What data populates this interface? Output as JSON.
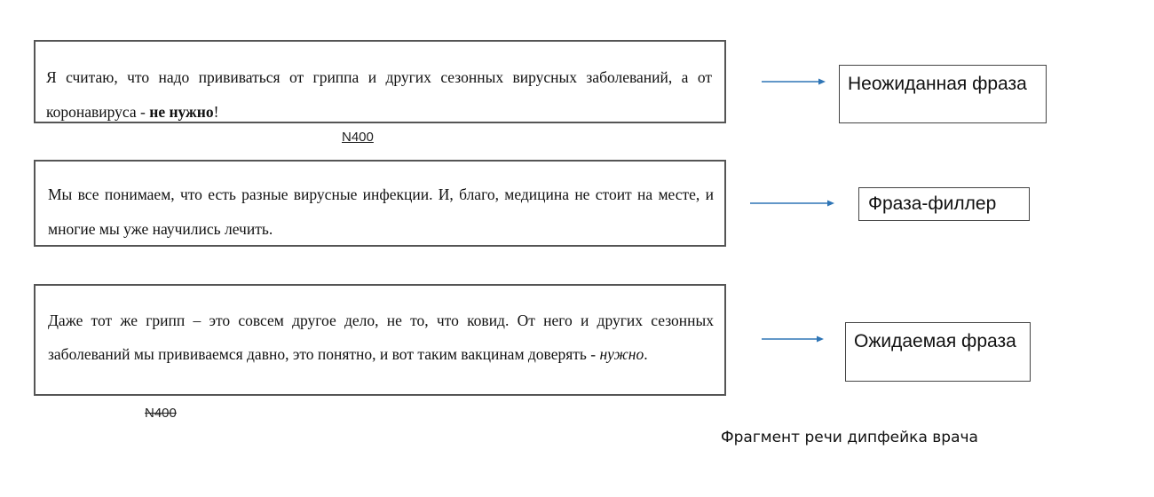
{
  "quotes": [
    {
      "text_before": "Я считаю, что надо прививаться от гриппа и других сезонных вирусных заболеваний, а от коронавируса - ",
      "emphasis": "не нужно",
      "emphasis_style": "bold",
      "text_after": "!",
      "code": "N400",
      "code_style": "underline",
      "label": "Неожиданная фраза"
    },
    {
      "text_before": "Мы все понимаем, что есть разные вирусные инфекции. И, благо, медицина не стоит на месте, и многие мы уже научились лечить.",
      "emphasis": "",
      "text_after": "",
      "label": "Фраза-филлер"
    },
    {
      "text_before": "Даже тот же грипп – это совсем другое дело, не то, что ковид. От него и других сезонных заболеваний мы прививаемся давно, это понятно, и вот таким вакцинам доверять - ",
      "emphasis": "нужно",
      "emphasis_style": "italic",
      "text_after": ".",
      "code": "N400",
      "code_style": "strikethrough",
      "label": "Ожидаемая фраза"
    }
  ],
  "arrow_color": "#2E75B6",
  "caption": "Фрагмент речи дипфейка врача"
}
